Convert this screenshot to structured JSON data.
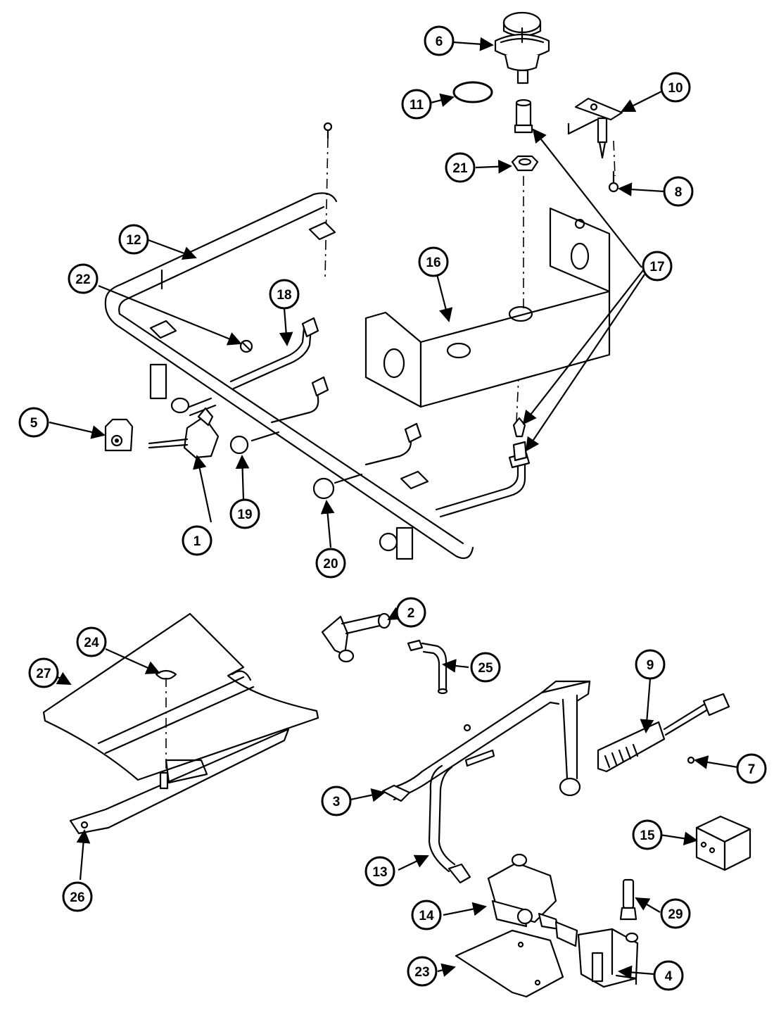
{
  "colors": {
    "ink": "#000000",
    "paper": "#ffffff"
  },
  "callouts": [
    "1",
    "2",
    "3",
    "4",
    "5",
    "6",
    "7",
    "8",
    "9",
    "10",
    "11",
    "12",
    "13",
    "14",
    "15",
    "16",
    "17",
    "18",
    "19",
    "20",
    "21",
    "22",
    "23",
    "24",
    "25",
    "26",
    "27",
    "29"
  ]
}
